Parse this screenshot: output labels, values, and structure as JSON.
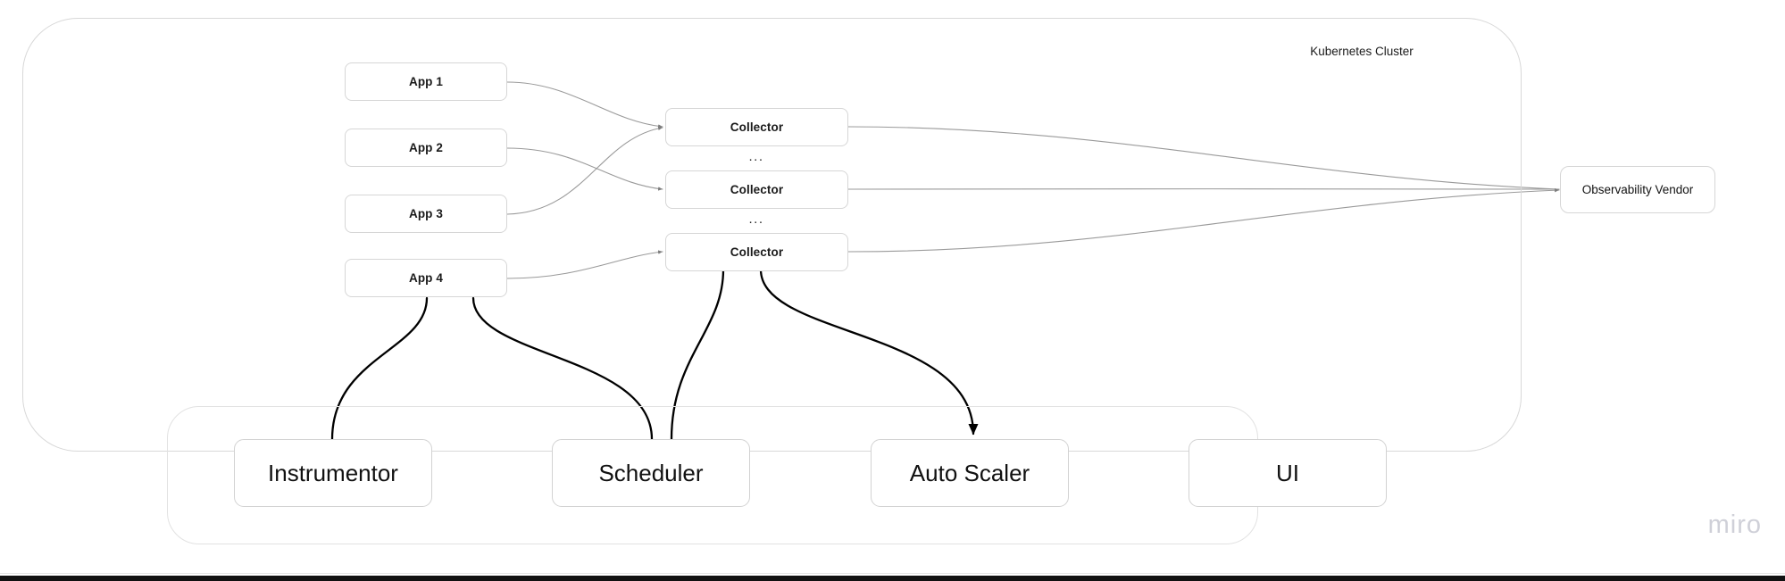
{
  "diagram": {
    "title": "Kubernetes Cluster",
    "watermark": "miro"
  },
  "cluster": {
    "label": "Kubernetes Cluster"
  },
  "apps": [
    {
      "label": "App 1"
    },
    {
      "label": "App 2"
    },
    {
      "label": "App 3"
    },
    {
      "label": "App 4"
    }
  ],
  "collectors": [
    {
      "label": "Collector"
    },
    {
      "label": "Collector"
    },
    {
      "label": "Collector"
    }
  ],
  "separators": [
    {
      "label": "..."
    },
    {
      "label": "..."
    }
  ],
  "control_plane": {
    "components": [
      {
        "label": "Instrumentor"
      },
      {
        "label": "Scheduler"
      },
      {
        "label": "Auto Scaler"
      },
      {
        "label": "UI"
      }
    ]
  },
  "external": {
    "vendor": {
      "label": "Observability Vendor"
    }
  },
  "colors": {
    "box_border": "#d6d6d6",
    "frame_border": "#dcdcdc",
    "text": "#1a1a1a",
    "thin_edge": "#9a9a9a",
    "thick_edge": "#000000",
    "watermark": "#cfd0d8",
    "background": "#ffffff"
  }
}
